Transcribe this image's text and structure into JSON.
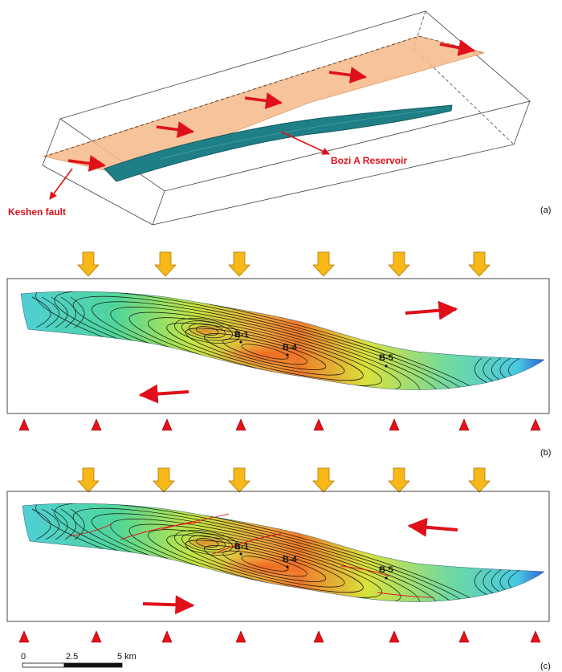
{
  "panel_a": {
    "fault_label": "Keshen fault",
    "reservoir_label": "Bozi A Reservoir",
    "panel_label": "(a)"
  },
  "panel_b": {
    "wells": [
      "B-1",
      "B-4",
      "B-5"
    ],
    "panel_label": "(b)"
  },
  "panel_c": {
    "wells": [
      "B-1",
      "B-4",
      "B-5"
    ],
    "panel_label": "(c)"
  },
  "scale_bar": {
    "ticks": [
      "0",
      "2.5",
      "5 km"
    ]
  },
  "colors": {
    "fault_plane": "#f6b98a",
    "reservoir": "#1f7f86",
    "slip_arrow": "#e0101a",
    "compression_arrow": "#f7b818",
    "basal_triangle": "#e8101a",
    "contour": "#111111"
  }
}
